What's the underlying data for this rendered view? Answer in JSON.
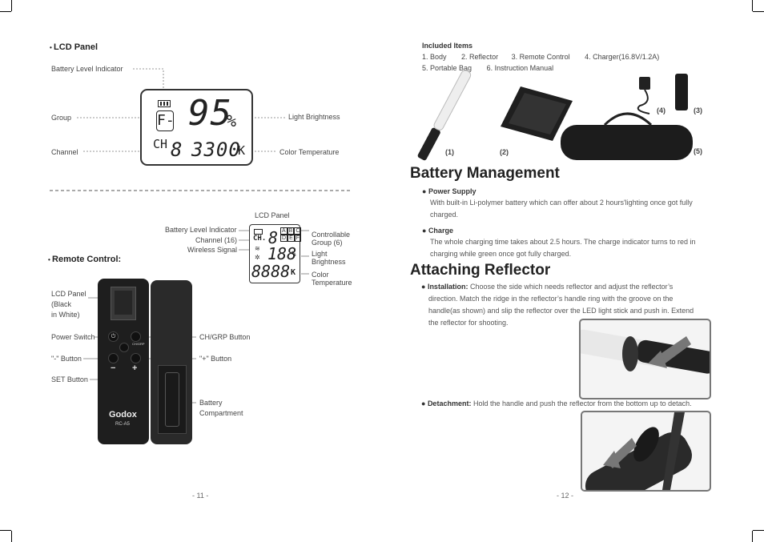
{
  "left": {
    "lcd_section": {
      "heading": "LCD Panel",
      "labels": {
        "battery": "Battery Level Indicator",
        "group": "Group",
        "channel": "Channel",
        "brightness": "Light Brightness",
        "color_temp": "Color Temperature"
      },
      "display": {
        "group_char": "F-",
        "brightness_value": "95",
        "percent": "%",
        "ch": "CH",
        "channel_value": "8",
        "temp_value": "3300",
        "k": "K"
      }
    },
    "remote_section": {
      "heading": "Remote Control:",
      "lcd_caption": "LCD Panel",
      "lcd_labels": {
        "battery": "Battery Level Indicator",
        "channel": "Channel (16)",
        "wireless": "Wireless Signal",
        "group": "Controllable Group (6)",
        "brightness": "Light Brightness",
        "color_temp": "Color Temperature"
      },
      "mini_lcd": {
        "ch": "CH.",
        "ch_digit": "8",
        "groups_row1": [
          "A",
          "B",
          "C"
        ],
        "groups_row2": [
          "D",
          "E",
          "F"
        ],
        "brightness": "188",
        "percent": "%",
        "temp": "8888",
        "k": "K"
      },
      "labels": {
        "lcd_panel": [
          "LCD Panel",
          "(Black",
          "in White)"
        ],
        "power": "Power Switch",
        "minus": "\"-\" Button",
        "set": "SET Button",
        "chgrp": "CH/GRP Button",
        "plus": "\"+\" Button",
        "battery": [
          "Battery",
          "Compartment"
        ]
      },
      "device": {
        "brand": "Godox",
        "model": "RC-A5",
        "chgrp_text": "CH/GRP"
      }
    },
    "page_number": "-  11  -"
  },
  "right": {
    "included": {
      "heading": "Included Items",
      "row1": [
        "1. Body",
        "2. Reflector",
        "3. Remote Control",
        "4. Charger(16.8V/1.2A)"
      ],
      "row2": [
        "5. Portable Bag",
        "6. Instruction Manual"
      ],
      "callouts": [
        "(1)",
        "(2)",
        "(3)",
        "(4)",
        "(5)"
      ]
    },
    "battery": {
      "title": "Battery Management",
      "items": [
        {
          "title": "Power Supply",
          "text": [
            "With built-in Li-polymer battery which can offer about 2 hours'lighting once got fully",
            "charged."
          ]
        },
        {
          "title": "Charge",
          "text": [
            "The whole charging time takes about 2.5 hours. The charge indicator turns to red in",
            "charging while green once got fully charged."
          ]
        }
      ]
    },
    "reflector": {
      "title": "Attaching Reflector",
      "install_title": "Installation:",
      "install_text": [
        "Choose the side which needs reflector and adjust the reflector’s",
        "direction. Match the ridge in the reflector’s handle ring with the groove on the",
        "handle(as shown) and slip the reflector over the LED light stick and push in. Extend",
        "the reflector for shooting."
      ],
      "detach_title": "Detachment:",
      "detach_text": "Hold the handle and push the reflector from the bottom up to detach."
    },
    "page_number": "-  12  -"
  }
}
